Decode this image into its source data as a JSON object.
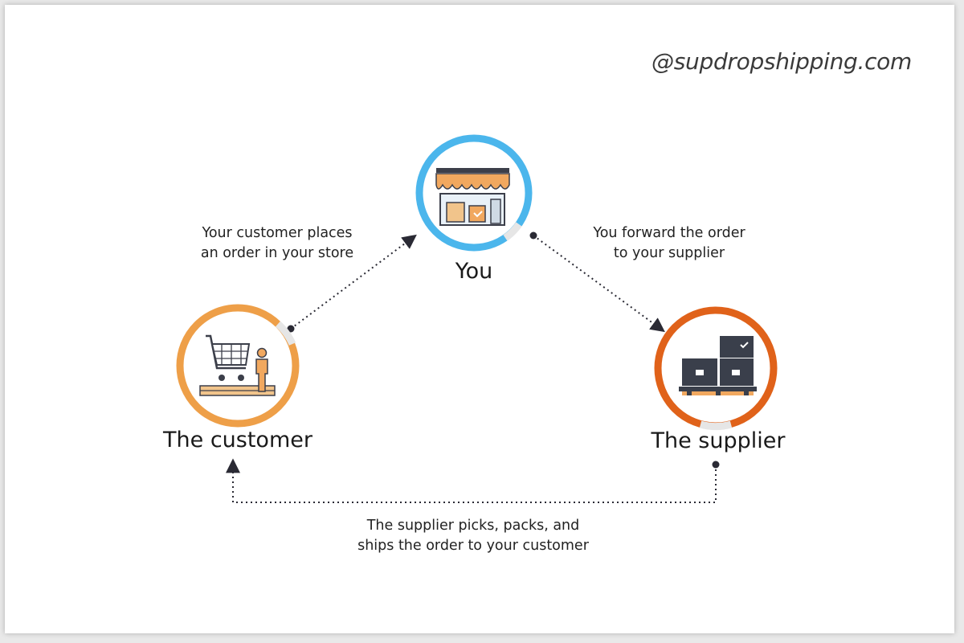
{
  "watermark": "@supdropshipping.com",
  "nodes": {
    "you": {
      "label": "You",
      "ring_color": "#4bb6ec"
    },
    "customer": {
      "label": "The customer",
      "ring_color": "#ee9f48"
    },
    "supplier": {
      "label": "The supplier",
      "ring_color": "#e0621a"
    }
  },
  "steps": {
    "customer_to_you": {
      "line1": "Your customer places",
      "line2": "an order in your store"
    },
    "you_to_supplier": {
      "line1": "You forward the order",
      "line2": "to your supplier"
    },
    "supplier_to_customer": {
      "line1": "The supplier picks, packs, and",
      "line2": "ships the order to your customer"
    }
  },
  "icons": {
    "you": "store-icon",
    "customer": "shopping-cart-person-icon",
    "supplier": "boxes-pallet-icon"
  }
}
